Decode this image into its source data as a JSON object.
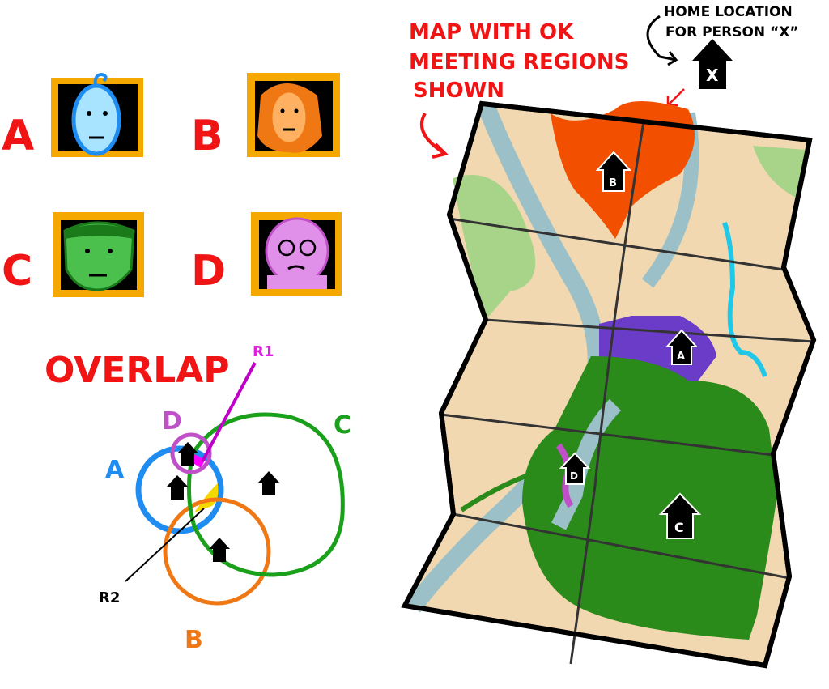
{
  "people": [
    {
      "letter": "A",
      "color": "#1e8cf0",
      "face": "#a8e4ff"
    },
    {
      "letter": "B",
      "color": "#f07814",
      "face": "#ffa040"
    },
    {
      "letter": "C",
      "color": "#2aa02a",
      "face": "#4cc04c"
    },
    {
      "letter": "D",
      "color": "#c050c8",
      "face": "#e090e8"
    }
  ],
  "overlap": {
    "title": "OVERLAP",
    "circle_labels": [
      "A",
      "B",
      "C",
      "D"
    ],
    "r1_label": "R1",
    "r2_label": "R2"
  },
  "map_caption": [
    "MAP WITH OK",
    "MEETING REGIONS",
    "SHOWN"
  ],
  "legend": {
    "line1": "HOME LOCATION",
    "line2": "FOR PERSON “X”",
    "house_letter": "X"
  },
  "map_houses": [
    "B",
    "A",
    "D",
    "C"
  ],
  "colors": {
    "caption": "#f01414",
    "frame": "#f5a800",
    "paper": "#f2d8b0",
    "river": "#9cc0c8"
  }
}
